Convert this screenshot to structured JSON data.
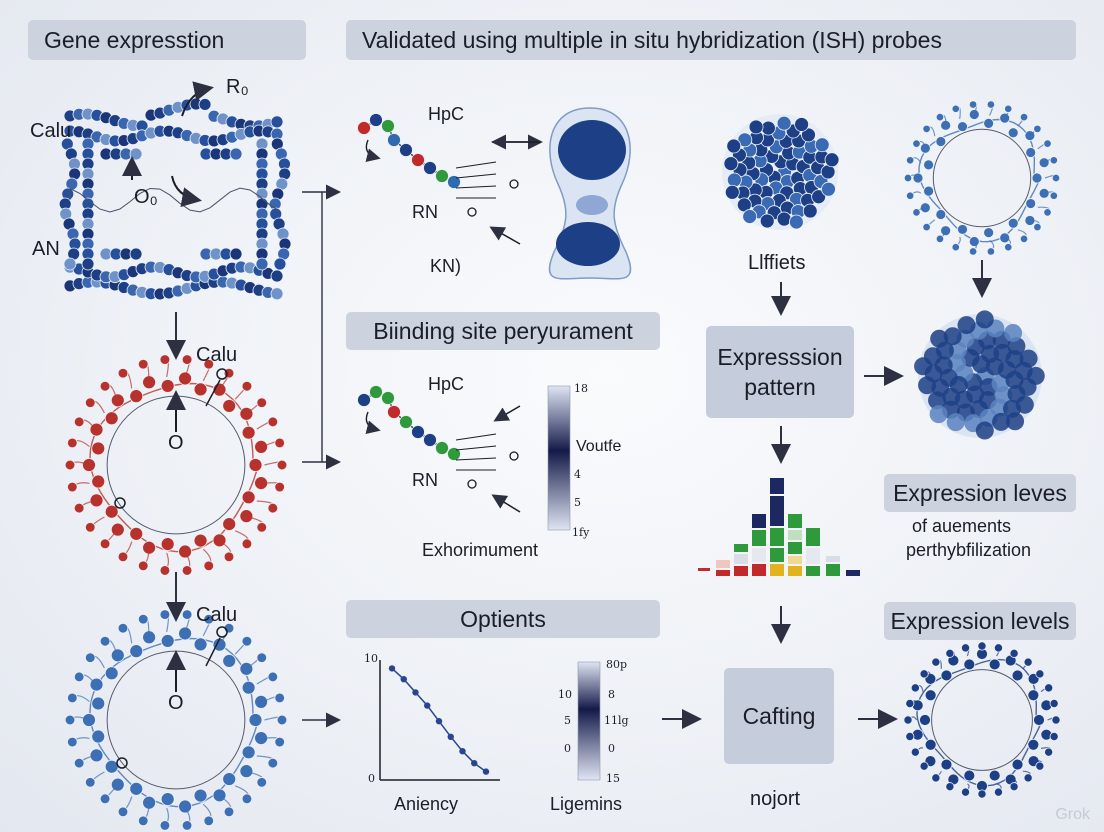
{
  "headers": {
    "gene_expression": "Gene expresstion",
    "validated": "Validated using multiple in situ hybridization (ISH) probes",
    "binding": "Biinding site peryurament",
    "optients": "Optients",
    "expression_leves": "Expression leves",
    "expression_leves_sub1": "of auements",
    "expression_leves_sub2": "perthybfilization",
    "expression_levels": "Expression levels"
  },
  "process": {
    "expression_pattern_line1": "Expresssion",
    "expression_pattern_line2": "pattern",
    "cafting": "Cafting"
  },
  "labels": {
    "calu_top": "Calu",
    "an": "AN",
    "r0": "R₀",
    "o0": "O₀",
    "calu_mid": "Calu",
    "o_mid": "O",
    "calu_bot": "Calu",
    "o_bot": "O",
    "hpc_top": "HpC",
    "rn_top": "RN",
    "kn": "KN)",
    "hpc_mid": "HpC",
    "rn_mid": "RN",
    "exhorimument": "Exhorimument",
    "lifiets": "Llffiets",
    "nojort": "nojort",
    "aniency": "Aniency",
    "ligemins": "Ligemins"
  },
  "colorbar_mid": {
    "label": "Voutfe",
    "ticks": [
      "18",
      "4",
      "5",
      "1fy"
    ]
  },
  "colorbar_bot": {
    "left_ticks": [
      "10",
      "5",
      "0"
    ],
    "right_ticks": [
      "80p",
      "8",
      "11lg",
      "0",
      "15"
    ]
  },
  "chart_data": {
    "type": "line",
    "y_ticks": [
      "10",
      "0"
    ],
    "xlabel": "Aniency",
    "ylim": [
      0,
      10
    ],
    "series": [
      {
        "values": [
          9.3,
          8.4,
          7.3,
          6.2,
          4.9,
          3.6,
          2.4,
          1.4,
          0.7
        ]
      }
    ]
  },
  "bar_chart": {
    "colors": [
      "#c22a2a",
      "#2f9a3c",
      "#1d2760",
      "#e1b31c",
      "#3f76c4"
    ]
  },
  "colors": {
    "blue_dark": "#1d3f86",
    "blue_mid": "#3d6fb4",
    "red": "#b8322d",
    "green": "#2f9a3c",
    "box": "#ccd2de"
  },
  "watermark": "Grok"
}
